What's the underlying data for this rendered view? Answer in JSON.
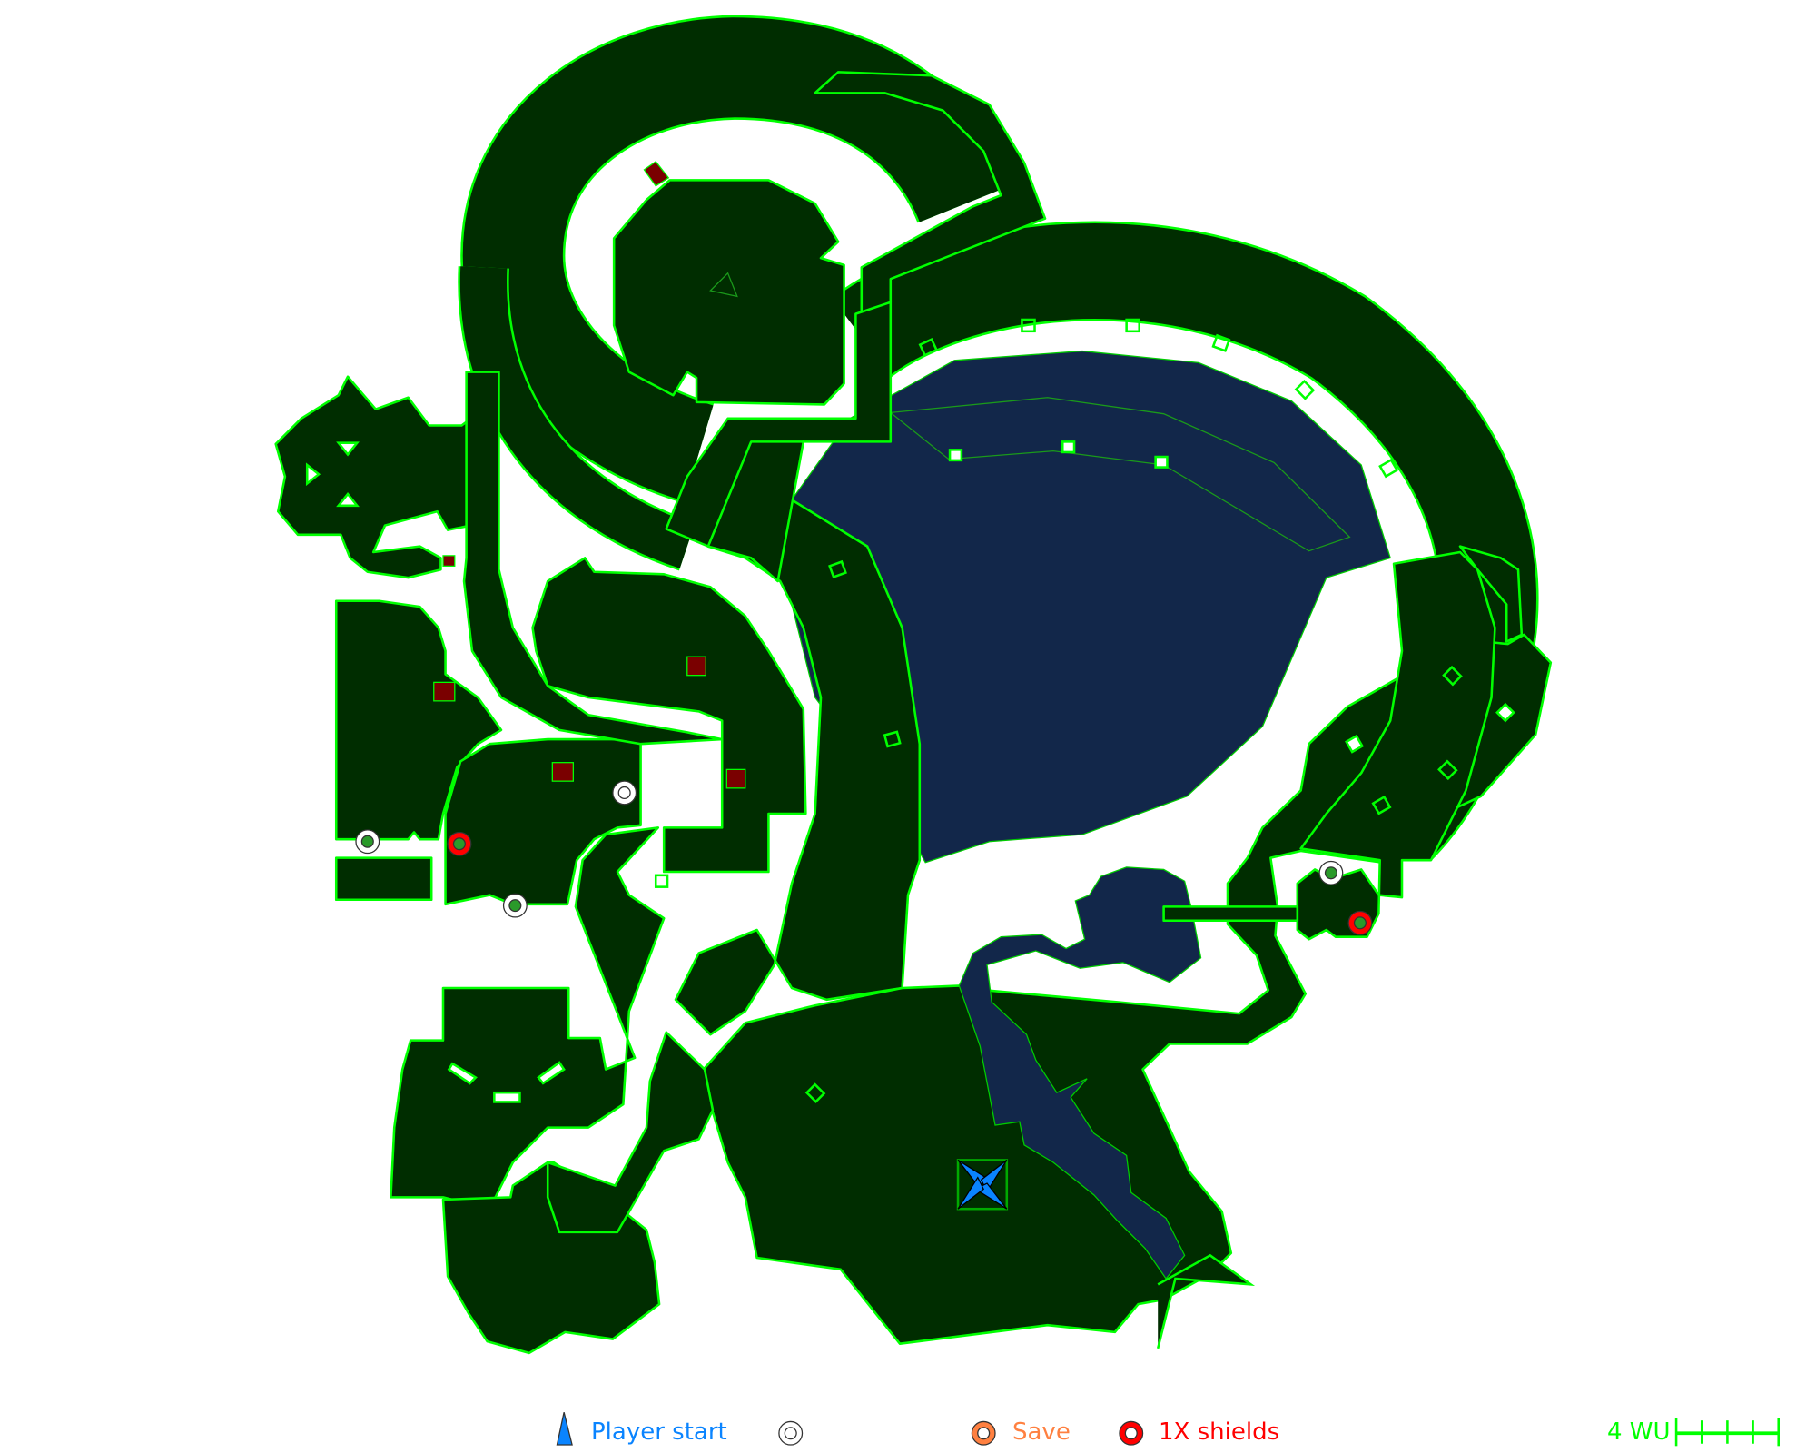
{
  "map": {
    "colors": {
      "floor": "#002d00",
      "edge": "#00ff00",
      "water": "#12274a",
      "hazard": "#7a0000",
      "player": "#0a84ff",
      "save": "#ff8040",
      "shield": "#ff0000"
    },
    "markers": [
      {
        "type": "item",
        "icon": "target-icon"
      },
      {
        "type": "item",
        "icon": "target-icon"
      },
      {
        "type": "item",
        "icon": "target-icon"
      },
      {
        "type": "item",
        "icon": "target-icon"
      },
      {
        "type": "shields",
        "icon": "shield-ring-icon"
      },
      {
        "type": "shields",
        "icon": "shield-ring-icon"
      },
      {
        "type": "player_start",
        "icon": "player-start-icon"
      }
    ]
  },
  "legend": {
    "player_start": "Player start",
    "save": "Save",
    "shields": "1X shields",
    "scale_label": "4 WU"
  }
}
